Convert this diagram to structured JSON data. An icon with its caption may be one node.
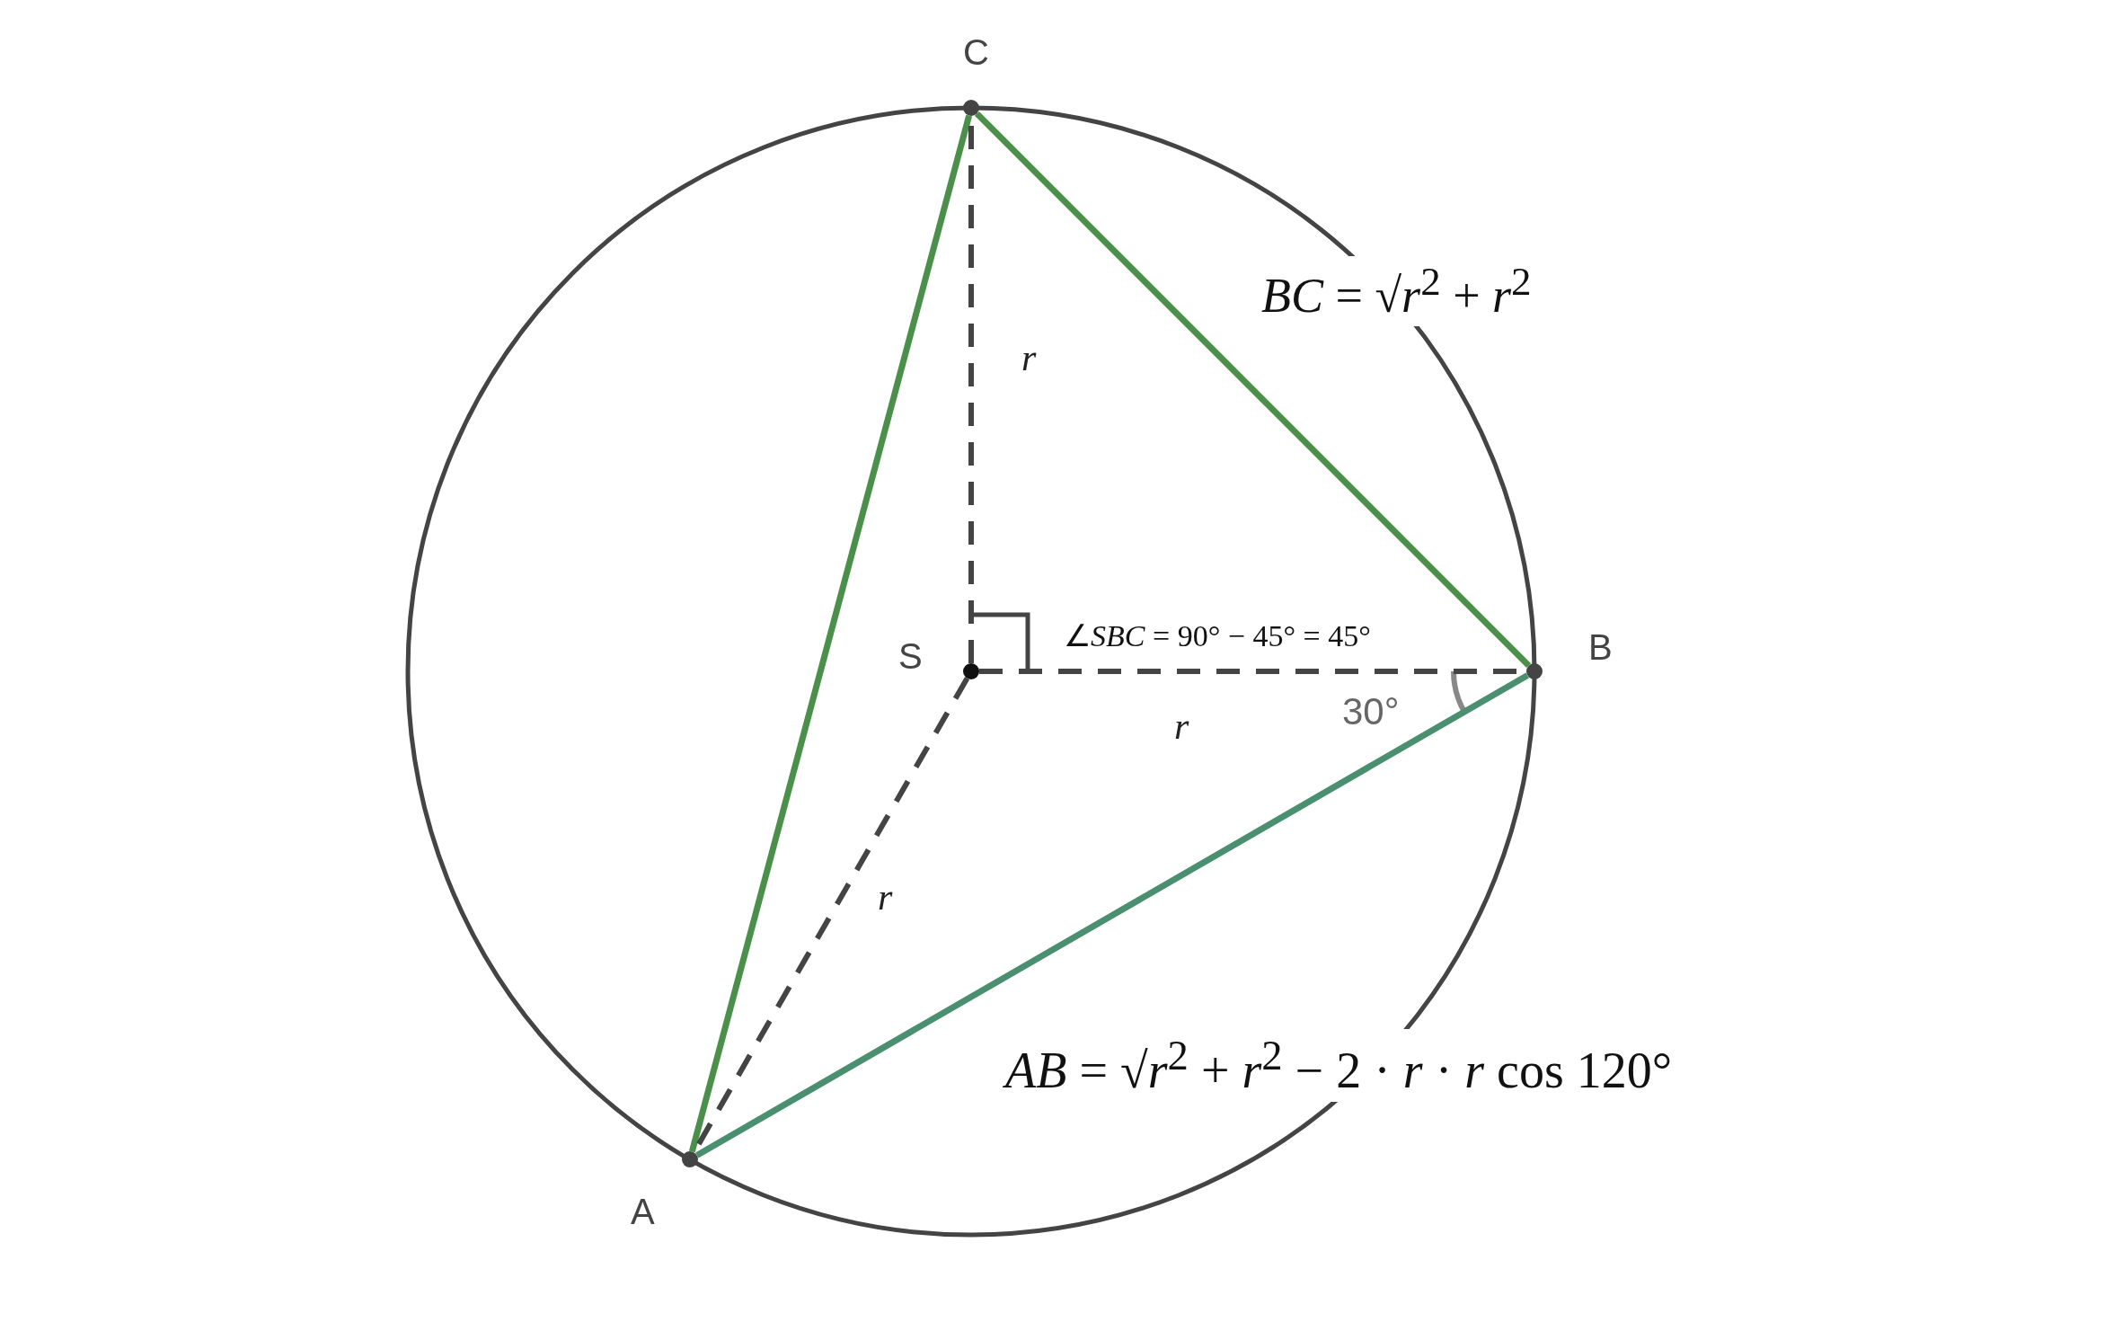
{
  "diagram": {
    "nodes": [
      {
        "text": [
          "C"
        ]
      },
      {
        "text": [
          "S"
        ]
      },
      {
        "text": [
          "B"
        ]
      },
      {
        "text": [
          "A"
        ]
      }
    ],
    "edges": [
      {
        "from": 0,
        "to": 3,
        "arrow": "none",
        "color": "#4a8f4a"
      },
      {
        "from": 0,
        "to": 2,
        "arrow": "none",
        "color": "#4a8f4a"
      },
      {
        "from": 3,
        "to": 2,
        "arrow": "none",
        "color": "#4a9070"
      },
      {
        "from": 1,
        "to": 0,
        "arrow": "none",
        "style": "dashed",
        "color": "#444444",
        "label": "r"
      },
      {
        "from": 1,
        "to": 2,
        "arrow": "none",
        "style": "dashed",
        "color": "#444444",
        "label": "r"
      },
      {
        "from": 1,
        "to": 3,
        "arrow": "none",
        "style": "dashed",
        "color": "#444444",
        "label": "r"
      }
    ],
    "labels": [
      "*BC* = √*r*$^{2}$ + *r*$^{2}$",
      "∠*SBC* = 90° − 45° = 45°",
      "30°",
      "*AB* = √*r*$^{2}$ + *r*$^{2}$ − 2 · *r* · *r* cos 120°"
    ]
  }
}
